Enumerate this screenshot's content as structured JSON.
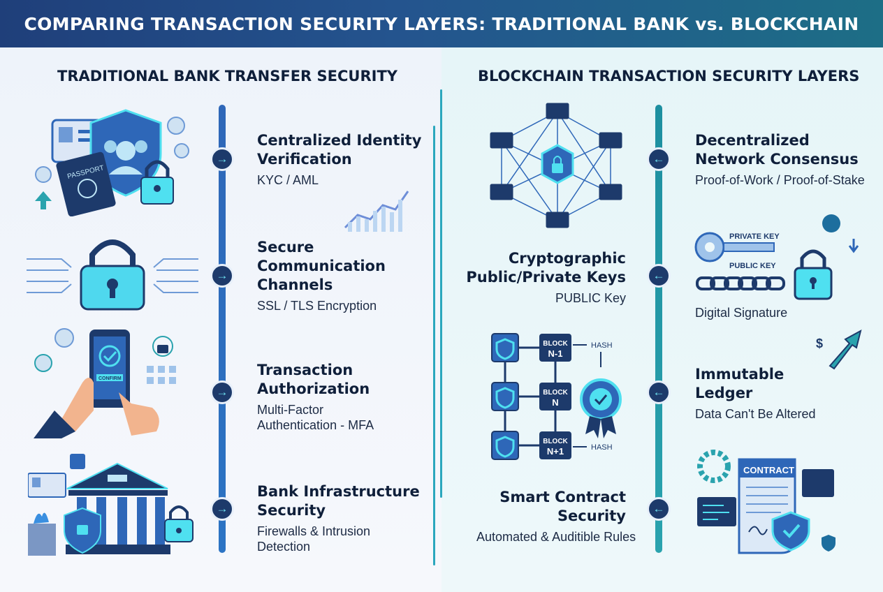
{
  "header": {
    "title": "COMPARING TRANSACTION SECURITY LAYERS: TRADITIONAL BANK vs. BLOCKCHAIN"
  },
  "left": {
    "title": "TRADITIONAL BANK TRANSFER SECURITY",
    "steps": [
      {
        "title_lines": [
          "Centralized Identity",
          "Verification"
        ],
        "sub_lines": [
          "KYC / AML"
        ],
        "icon": "identity-verification-icon"
      },
      {
        "title_lines": [
          "Secure",
          "Communication",
          "Channels"
        ],
        "sub_lines": [
          "SSL / TLS Encryption"
        ],
        "icon": "secure-channel-icon"
      },
      {
        "title_lines": [
          "Transaction",
          "Authorization"
        ],
        "sub_lines": [
          "Multi-Factor",
          "Authentication - MFA"
        ],
        "icon": "mfa-phone-icon"
      },
      {
        "title_lines": [
          "Bank Infrastructure",
          "Security"
        ],
        "sub_lines": [
          "Firewalls & Intrusion",
          "Detection"
        ],
        "icon": "bank-building-icon"
      }
    ]
  },
  "right": {
    "title": "BLOCKCHAIN TRANSACTION SECURITY LAYERS",
    "steps": [
      {
        "title_lines": [
          "Decentralized",
          "Network Consensus"
        ],
        "sub_lines": [
          "Proof-of-Work / Proof-of-Stake"
        ],
        "icon": "network-consensus-icon"
      },
      {
        "title_lines": [
          "Cryptographic",
          "Public/Private Keys"
        ],
        "sub_lines": [
          "PUBLIC Key"
        ],
        "icon": "key-chain-icon"
      },
      {
        "title_lines": [
          "Immutable",
          "Ledger"
        ],
        "sub_lines": [
          "Data Can't Be Altered"
        ],
        "icon": "block-chain-icon"
      },
      {
        "title_lines": [
          "Smart Contract",
          "Security"
        ],
        "sub_lines": [
          "Automated & Auditible Rules"
        ],
        "icon": "smart-contract-icon"
      }
    ],
    "key_labels": {
      "private": "PRIVATE KEY",
      "public": "PUBLIC KEY"
    },
    "digital_signature": "Digital Signature",
    "blocks": [
      "BLOCK",
      "N-1",
      "BLOCK",
      "N",
      "BLOCK",
      "N+1"
    ],
    "hash_label": "HASH",
    "contract_label": "CONTRACT"
  },
  "misc": {
    "passport_label": "PASSPORT",
    "confirm_label": "CONFIRM",
    "arrow_right": "→",
    "arrow_left": "←"
  },
  "colors": {
    "navy": "#1d3a6b",
    "blue": "#2e67b8",
    "teal": "#2aa3ae",
    "cyan": "#4fe0f0"
  }
}
